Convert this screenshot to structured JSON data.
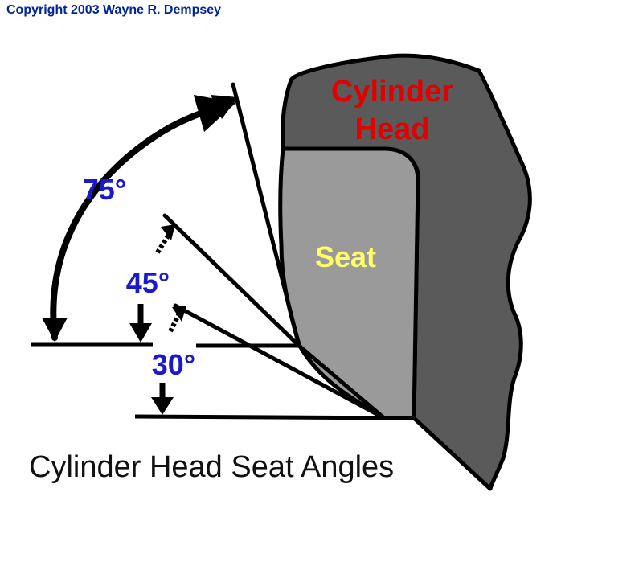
{
  "copyright": "Copyright 2003 Wayne R. Dempsey",
  "labels": {
    "cylinder_head_line1": "Cylinder",
    "cylinder_head_line2": "Head",
    "seat": "Seat",
    "angle_75": "75°",
    "angle_45": "45°",
    "angle_30": "30°"
  },
  "caption": "Cylinder Head Seat Angles",
  "colors": {
    "head_fill": "#5a5a5a",
    "seat_fill": "#9a9a9a",
    "head_label": "#e00000",
    "seat_label": "#ffff66",
    "angle_label": "#1a1acc",
    "copyright": "#00259a",
    "lines": "#000000"
  }
}
